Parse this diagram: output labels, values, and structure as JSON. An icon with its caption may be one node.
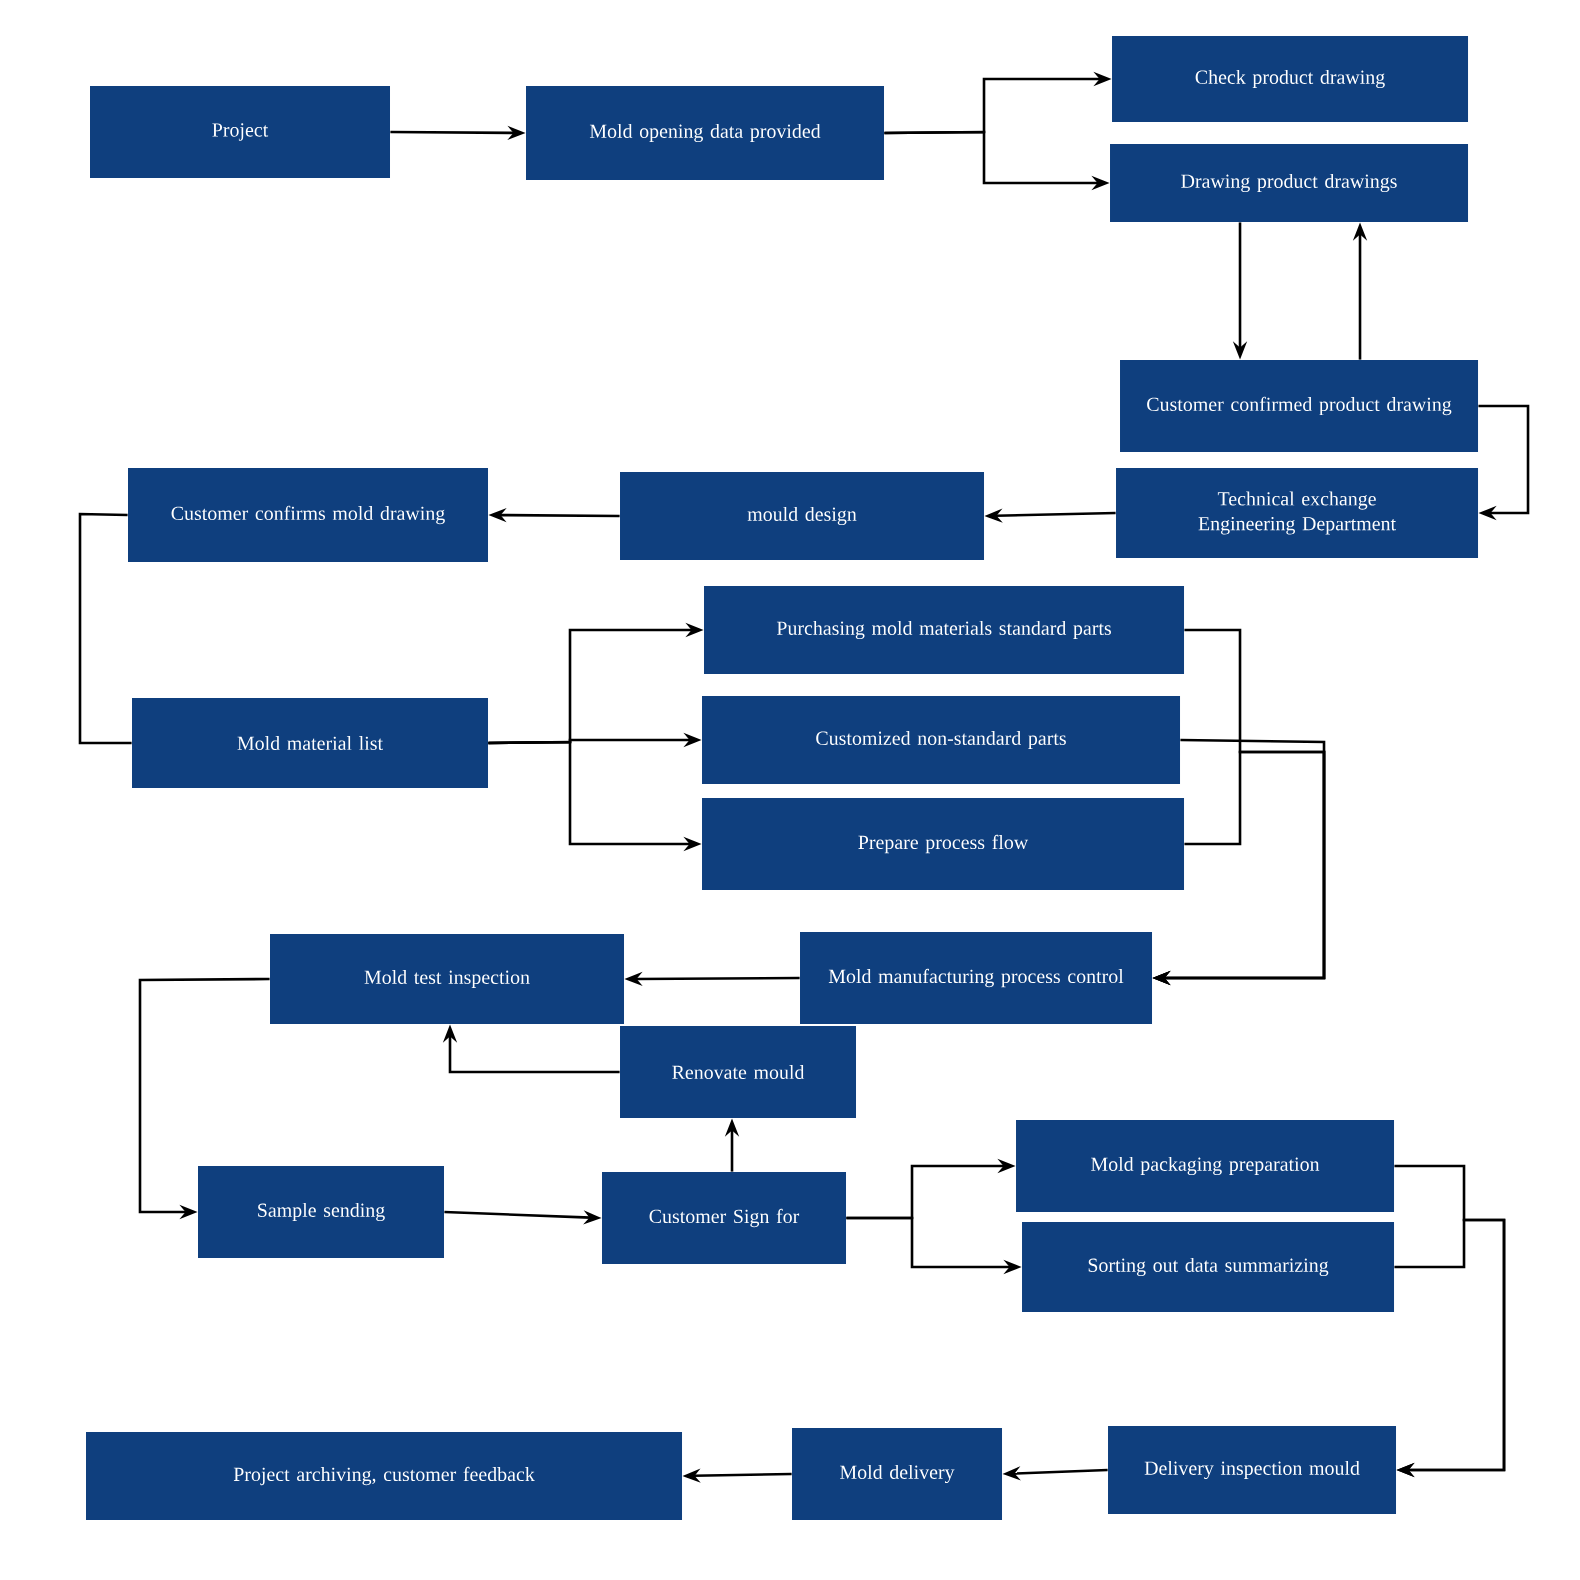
{
  "diagram": {
    "nodes": [
      {
        "text": [
          "Project"
        ]
      },
      {
        "text": [
          "Mold opening data provided"
        ]
      },
      {
        "text": [
          "Check product drawing"
        ]
      },
      {
        "text": [
          "Drawing product drawings"
        ]
      },
      {
        "text": [
          "Customer confirmed product drawing"
        ]
      },
      {
        "text": [
          "Technical exchange Engineering Department"
        ]
      },
      {
        "text": [
          "mould design"
        ]
      },
      {
        "text": [
          "Customer confirms mold drawing"
        ]
      },
      {
        "text": [
          "Mold material list"
        ]
      },
      {
        "text": [
          "Purchasing mold materials standard parts"
        ]
      },
      {
        "text": [
          "Customized non-standard parts"
        ]
      },
      {
        "text": [
          "Prepare process flow"
        ]
      },
      {
        "text": [
          "Mold manufacturing process control"
        ]
      },
      {
        "text": [
          "Mold test  inspection"
        ]
      },
      {
        "text": [
          "Renovate mould"
        ]
      },
      {
        "text": [
          "Sample sending"
        ]
      },
      {
        "text": [
          "Customer Sign for"
        ]
      },
      {
        "text": [
          "Mold packaging preparation"
        ]
      },
      {
        "text": [
          "Sorting out data summarizing"
        ]
      },
      {
        "text": [
          "Delivery inspection mould"
        ]
      },
      {
        "text": [
          "Mold delivery"
        ]
      },
      {
        "text": [
          "Project archiving, customer feedback"
        ]
      }
    ],
    "edges": [
      {
        "from": 0,
        "to": 1,
        "arrow": "to"
      },
      {
        "from": 1,
        "to": 2,
        "arrow": "to"
      },
      {
        "from": 1,
        "to": 3,
        "arrow": "to"
      },
      {
        "from": 3,
        "to": 4,
        "arrow": "to"
      },
      {
        "from": 4,
        "to": 3,
        "arrow": "to"
      },
      {
        "from": 4,
        "to": 5,
        "arrow": "to"
      },
      {
        "from": 5,
        "to": 6,
        "arrow": "to"
      },
      {
        "from": 6,
        "to": 7,
        "arrow": "to"
      },
      {
        "from": 7,
        "to": 8,
        "arrow": "none"
      },
      {
        "from": 8,
        "to": 9,
        "arrow": "to"
      },
      {
        "from": 8,
        "to": 10,
        "arrow": "to"
      },
      {
        "from": 8,
        "to": 11,
        "arrow": "to"
      },
      {
        "from": 9,
        "to": 12,
        "arrow": "to"
      },
      {
        "from": 10,
        "to": 12,
        "arrow": "to"
      },
      {
        "from": 11,
        "to": 12,
        "arrow": "to"
      },
      {
        "from": 12,
        "to": 13,
        "arrow": "to"
      },
      {
        "from": 13,
        "to": 15,
        "arrow": "to"
      },
      {
        "from": 14,
        "to": 13,
        "arrow": "to"
      },
      {
        "from": 16,
        "to": 14,
        "arrow": "to"
      },
      {
        "from": 15,
        "to": 16,
        "arrow": "to"
      },
      {
        "from": 16,
        "to": 17,
        "arrow": "to"
      },
      {
        "from": 16,
        "to": 18,
        "arrow": "to"
      },
      {
        "from": 17,
        "to": 19,
        "arrow": "to"
      },
      {
        "from": 18,
        "to": 19,
        "arrow": "to"
      },
      {
        "from": 19,
        "to": 20,
        "arrow": "to"
      },
      {
        "from": 20,
        "to": 21,
        "arrow": "to"
      }
    ]
  }
}
